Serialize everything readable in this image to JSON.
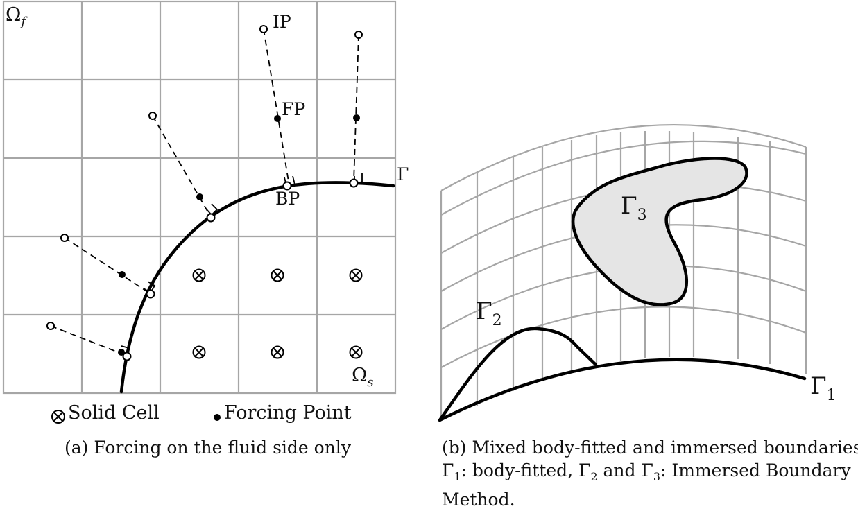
{
  "panel_a": {
    "label_fluid_main": "Ω",
    "label_fluid_sub": "f",
    "label_solid_main": "Ω",
    "label_solid_sub": "s",
    "label_ip": "IP",
    "label_fp": "FP",
    "label_bp": "BP",
    "label_gamma": "Γ",
    "legend_solid_symbol": "⊗",
    "legend_solid": "Solid Cell",
    "legend_forcing_symbol": "•",
    "legend_forcing": "Forcing Point",
    "caption": "(a) Forcing on the fluid side only"
  },
  "panel_b": {
    "gamma1_main": "Γ",
    "gamma1_sub": "1",
    "gamma2_main": "Γ",
    "gamma2_sub": "2",
    "gamma3_main": "Γ",
    "gamma3_sub": "3",
    "caption_line1": "(b) Mixed body-fitted and immersed boundaries.",
    "caption_l2_gamma": "Γ",
    "caption_l2_sub1": "1",
    "caption_l2_text1": ": body-fitted, ",
    "caption_l2_sub2": "2",
    "caption_l2_text2": " and ",
    "caption_l2_sub3": "3",
    "caption_l2_text3": ": Immersed Boundary",
    "caption_line3": "Method."
  },
  "colors": {
    "grid": "#a6a6a6",
    "boundary": "#000000",
    "immersed_fill": "#e5e5e5"
  }
}
